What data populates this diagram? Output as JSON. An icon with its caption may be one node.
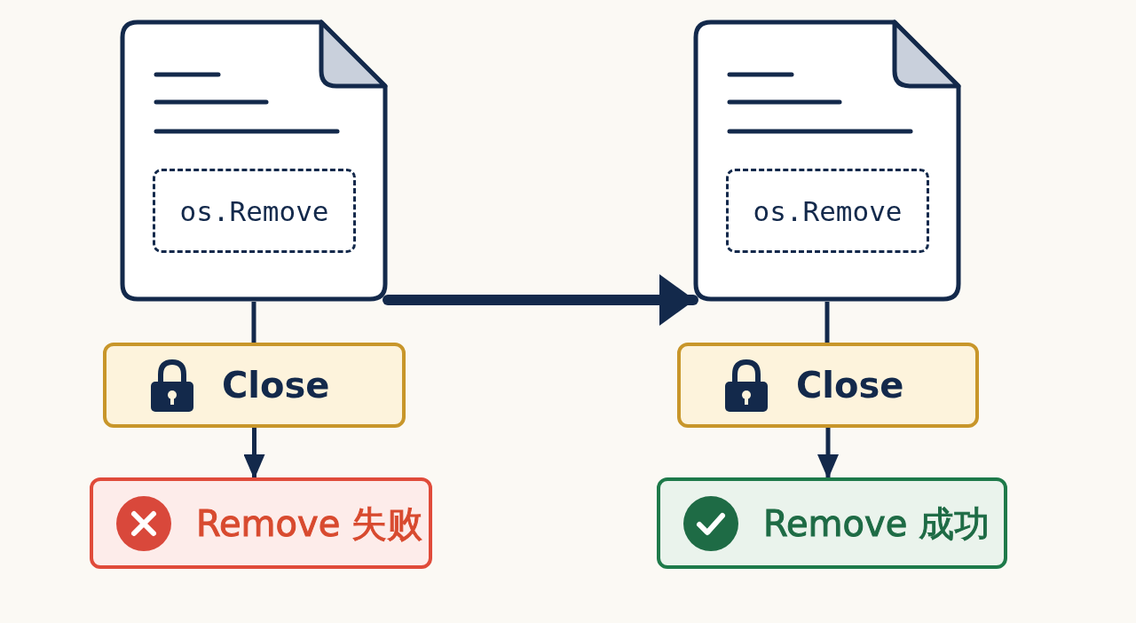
{
  "diagram": {
    "nodes": [
      {
        "text": [],
        "shape": "document"
      },
      {
        "text": [
          "os.Remove"
        ],
        "in": 0
      },
      {
        "text": [
          "Close"
        ]
      },
      {
        "text": [
          "Remove 失败"
        ]
      },
      {
        "text": [],
        "shape": "document"
      },
      {
        "text": [
          "os.Remove"
        ],
        "in": 4
      },
      {
        "text": [
          "Close"
        ]
      },
      {
        "text": [
          "Remove 成功"
        ]
      }
    ],
    "edges": [
      {
        "from": 0,
        "to": 2,
        "arrow": "none"
      },
      {
        "from": 2,
        "to": 3,
        "arrow": "to"
      },
      {
        "from": 0,
        "to": 4,
        "arrow": "to",
        "style": "thick"
      },
      {
        "from": 4,
        "to": 6,
        "arrow": "none"
      },
      {
        "from": 6,
        "to": 7,
        "arrow": "to"
      }
    ]
  }
}
